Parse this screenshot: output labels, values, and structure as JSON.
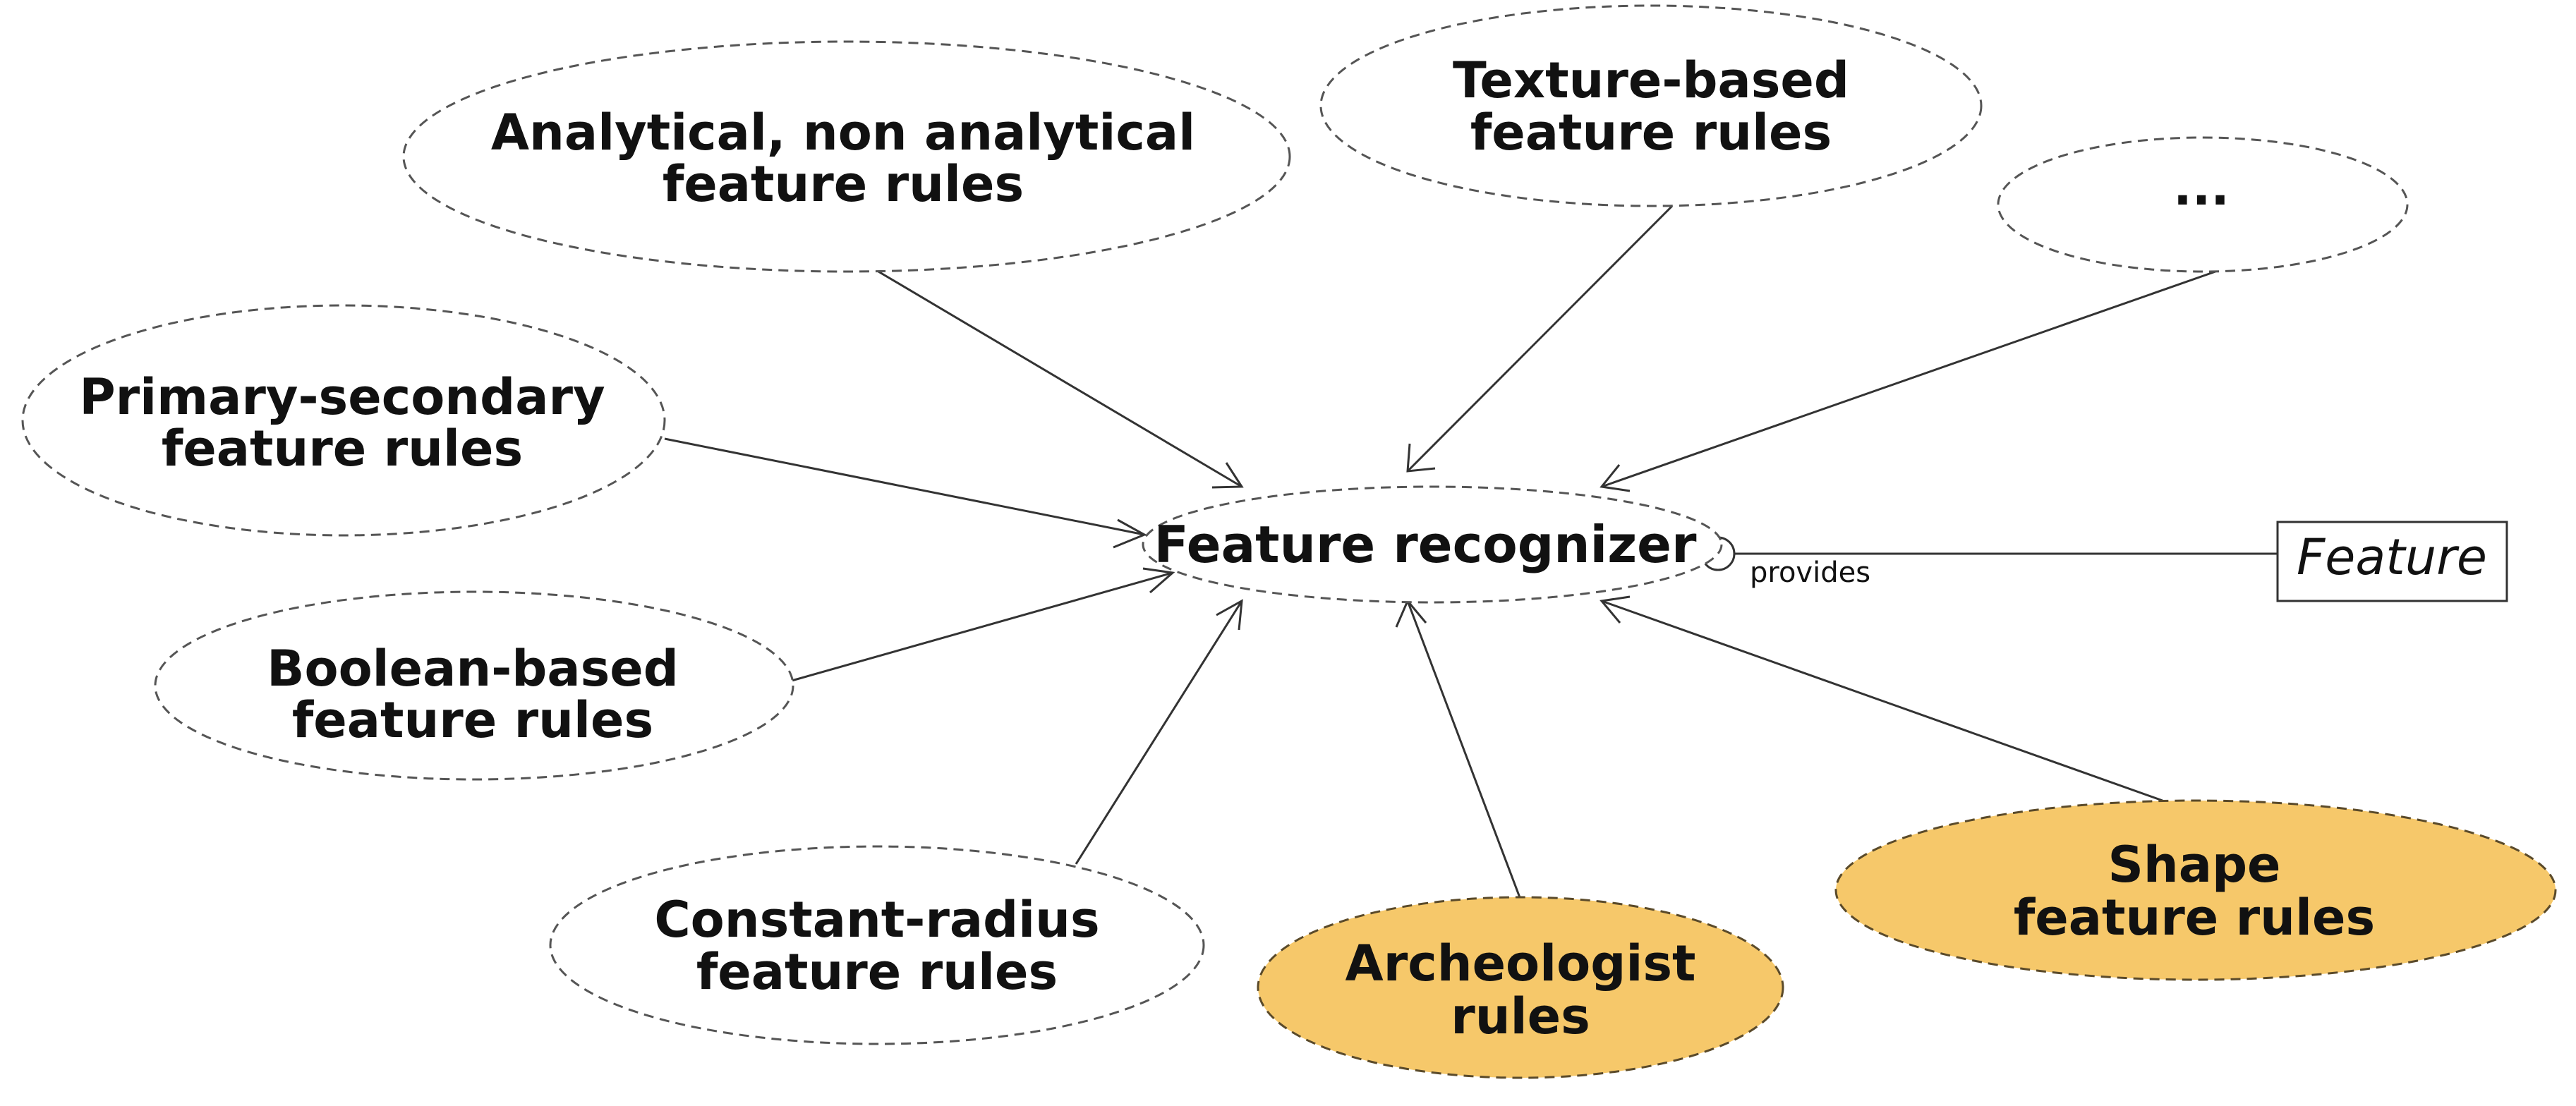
{
  "center": {
    "label": "Feature recognizer"
  },
  "interface": {
    "relation_label": "provides",
    "target_label": "Feature"
  },
  "rule_nodes": {
    "analytical": {
      "line1": "Analytical, non analytical",
      "line2": "feature rules",
      "highlighted": false
    },
    "texture": {
      "line1": "Texture-based",
      "line2": "feature rules",
      "highlighted": false
    },
    "more": {
      "line1": "...",
      "highlighted": false
    },
    "primary_secondary": {
      "line1": "Primary-secondary",
      "line2": "feature rules",
      "highlighted": false
    },
    "boolean": {
      "line1": "Boolean-based",
      "line2": "feature rules",
      "highlighted": false
    },
    "constant_radius": {
      "line1": "Constant-radius",
      "line2": "feature rules",
      "highlighted": false
    },
    "archeologist": {
      "line1": "Archeologist",
      "line2": "rules",
      "highlighted": true
    },
    "shape": {
      "line1": "Shape",
      "line2": "feature rules",
      "highlighted": true
    }
  },
  "colors": {
    "highlight_fill": "#f6c86a",
    "default_fill": "#ffffff",
    "stroke": "#555555"
  }
}
